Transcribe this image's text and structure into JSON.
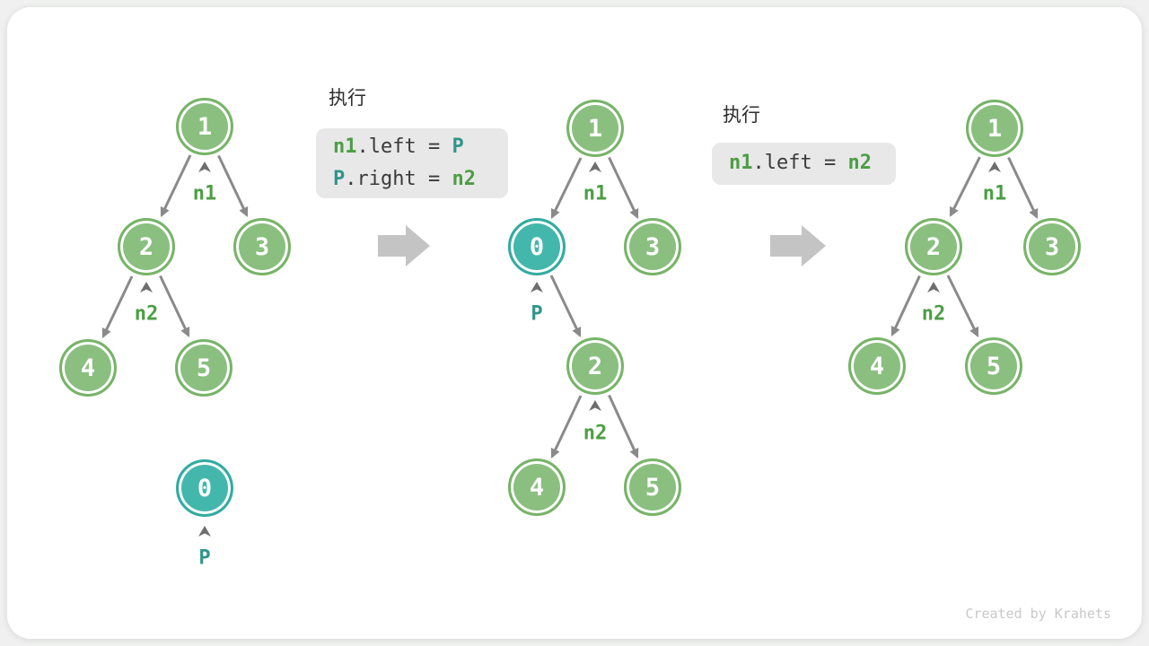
{
  "steps": [
    {
      "title": "执行",
      "lines": [
        {
          "p0": "n1",
          "p1": ".left = ",
          "p2": "P"
        },
        {
          "p0": "P",
          "p1": ".right = ",
          "p2": "n2"
        }
      ]
    },
    {
      "title": "执行",
      "lines": [
        {
          "p0": "n1",
          "p1": ".left = ",
          "p2": "n2"
        }
      ]
    }
  ],
  "trees": [
    {
      "name": "tree-initial",
      "nodes": [
        {
          "value": "1"
        },
        {
          "value": "2"
        },
        {
          "value": "3"
        },
        {
          "value": "4"
        },
        {
          "value": "5"
        },
        {
          "value": "0"
        }
      ],
      "pointers": [
        {
          "label": "n1"
        },
        {
          "label": "n2"
        },
        {
          "label": "P"
        }
      ]
    },
    {
      "name": "tree-after-insert",
      "nodes": [
        {
          "value": "1"
        },
        {
          "value": "0"
        },
        {
          "value": "3"
        },
        {
          "value": "2"
        },
        {
          "value": "4"
        },
        {
          "value": "5"
        }
      ],
      "pointers": [
        {
          "label": "n1"
        },
        {
          "label": "P"
        },
        {
          "label": "n2"
        }
      ]
    },
    {
      "name": "tree-after-remove",
      "nodes": [
        {
          "value": "1"
        },
        {
          "value": "2"
        },
        {
          "value": "3"
        },
        {
          "value": "4"
        },
        {
          "value": "5"
        }
      ],
      "pointers": [
        {
          "label": "n1"
        },
        {
          "label": "n2"
        }
      ]
    }
  ],
  "footer": {
    "credit": "Created by Krahets"
  },
  "palette": {
    "node_green_fill": "#8abf80",
    "node_green_border": "#77b467",
    "node_teal_fill": "#44b7ac",
    "node_teal_border": "#33aba0",
    "label_green": "#4c9e44",
    "label_teal": "#2f958b",
    "edge_gray": "#8a8a8a",
    "caret_gray": "#6e6e6e",
    "block_arrow_gray": "#c4c4c4",
    "code_bg": "#e8e8e8",
    "code_text": "#3a3a3a",
    "card_bg": "#ffffff",
    "page_bg": "#eff0ef",
    "footer_text": "#c8c8c8"
  }
}
